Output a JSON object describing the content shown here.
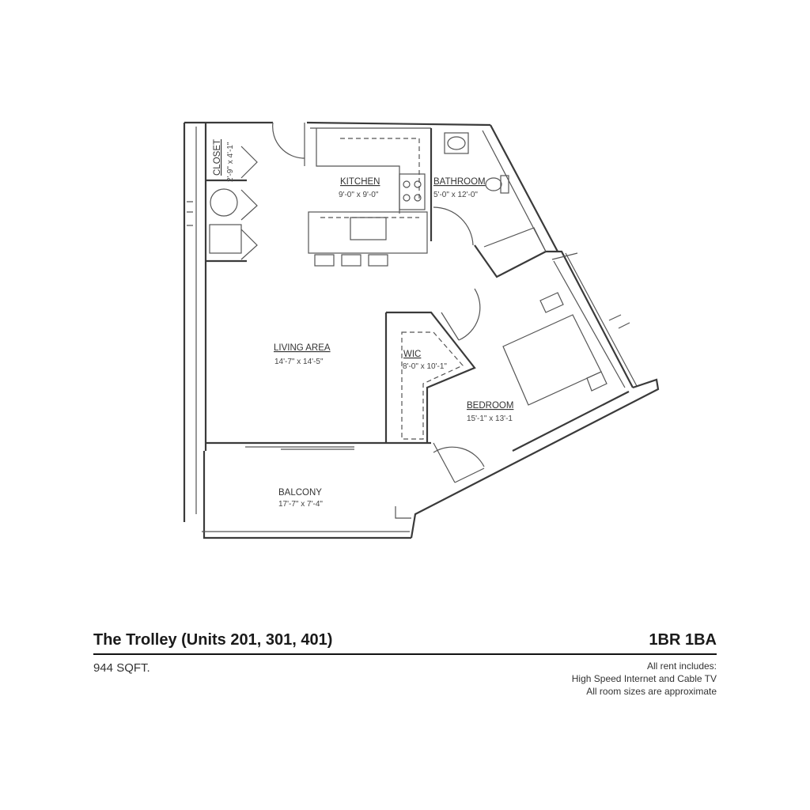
{
  "rooms": {
    "closet": {
      "name": "CLOSET",
      "size": "2'-9\" x 4'-1\""
    },
    "kitchen": {
      "name": "KITCHEN",
      "size": "9'-0\" x 9'-0\""
    },
    "bathroom": {
      "name": "BATHROOM",
      "size": "5'-0\" x 12'-0\""
    },
    "living": {
      "name": "LIVING AREA",
      "size": "14'-7\" x 14'-5\""
    },
    "wic": {
      "name": "WIC",
      "size": "8'-0\" x 10'-1\""
    },
    "bedroom": {
      "name": "BEDROOM",
      "size": "15'-1\" x 13'-1"
    },
    "balcony": {
      "name": "BALCONY",
      "size": "17'-7\" x 7'-4\""
    }
  },
  "footer": {
    "title": "The Trolley (Units 201, 301, 401)",
    "unit_type": "1BR 1BA",
    "sqft": "944 SQFT.",
    "notes": [
      "All rent includes:",
      "High Speed Internet and Cable TV",
      "All room sizes are approximate"
    ]
  }
}
